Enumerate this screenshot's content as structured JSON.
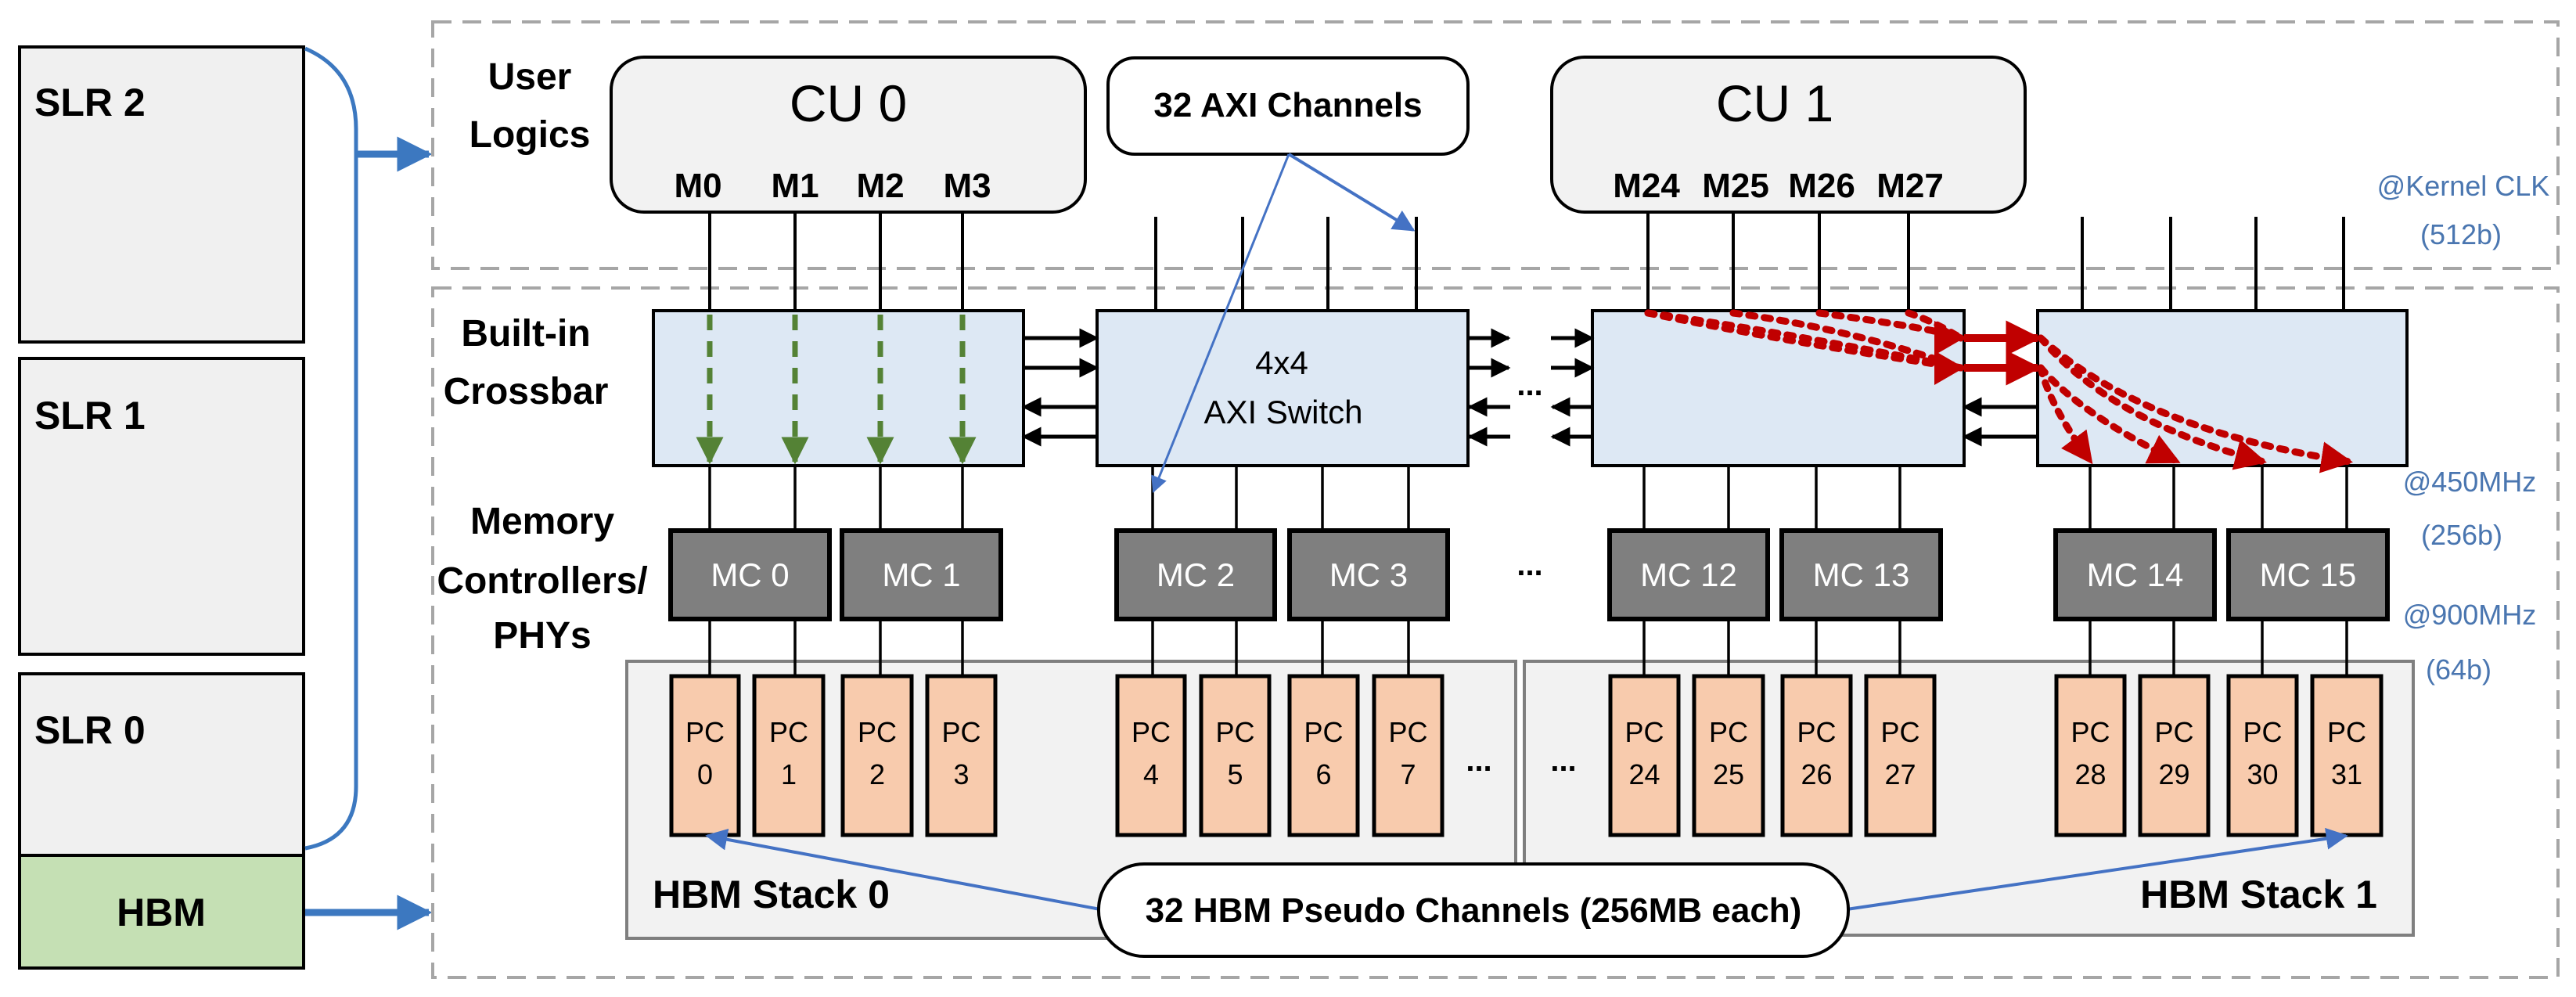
{
  "slr_column": {
    "slr2": "SLR 2",
    "slr1": "SLR 1",
    "slr0": "SLR 0",
    "hbm": "HBM"
  },
  "sections": {
    "user_logics": [
      "User",
      "Logics"
    ],
    "crossbar": [
      "Built-in",
      "Crossbar"
    ],
    "memory_controllers": [
      "Memory",
      "Controllers/",
      "PHYs"
    ]
  },
  "compute_units": [
    {
      "name": "CU 0",
      "ports": [
        "M0",
        "M1",
        "M2",
        "M3"
      ]
    },
    {
      "name": "CU 1",
      "ports": [
        "M24",
        "M25",
        "M26",
        "M27"
      ]
    }
  ],
  "callouts": {
    "axi_channels": "32 AXI Channels",
    "pseudo_channels": "32 HBM Pseudo Channels (256MB each)"
  },
  "switch": {
    "line1": "4x4",
    "line2": "AXI Switch"
  },
  "memory_controllers": [
    "MC 0",
    "MC 1",
    "MC 2",
    "MC 3",
    "MC 12",
    "MC 13",
    "MC 14",
    "MC 15"
  ],
  "pseudo_channels": {
    "prefix": "PC",
    "numbers": [
      "0",
      "1",
      "2",
      "3",
      "4",
      "5",
      "6",
      "7",
      "24",
      "25",
      "26",
      "27",
      "28",
      "29",
      "30",
      "31"
    ]
  },
  "stacks": [
    "HBM Stack 0",
    "HBM Stack 1"
  ],
  "clock_domains": {
    "kernel": [
      "@Kernel CLK",
      "(512b)"
    ],
    "crossbar": [
      "@450MHz",
      "(256b)"
    ],
    "phy": [
      "@900MHz",
      "(64b)"
    ]
  },
  "ellipsis": "...",
  "colors": {
    "slr_fill": "#f0f0f0",
    "hbm_fill": "#c5e0b4",
    "switch_fill": "#dde8f4",
    "mc_fill": "#7f7f7f",
    "pc_fill": "#f8cbad",
    "stack_fill": "#f2f2f2",
    "callout_arrow": "#4472c4",
    "local_route": "#548235",
    "remote_route": "#c00000",
    "freq_text": "#4a76b0"
  }
}
